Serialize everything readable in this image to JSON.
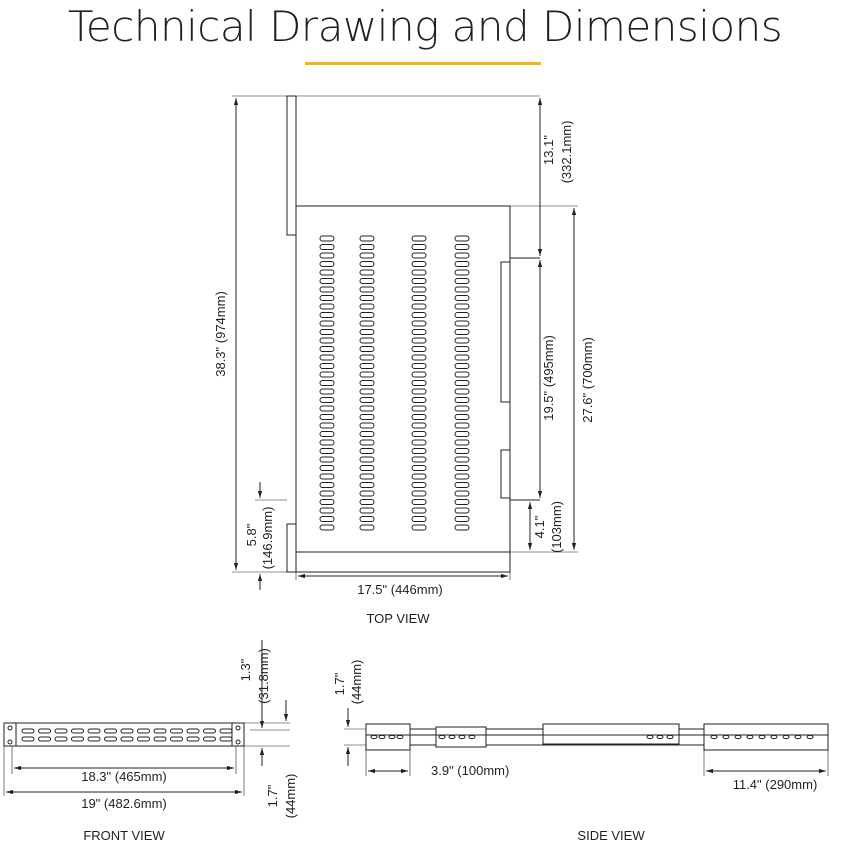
{
  "title": "Technical Drawing and Dimensions",
  "colors": {
    "accent": "#f2b519",
    "ink": "#231f20"
  },
  "top_view": {
    "label": "TOP VIEW",
    "dim_overall_depth": "38.3\" (974mm)",
    "dim_top_offset_in": "13.1\"",
    "dim_top_offset_mm": "(332.1mm)",
    "dim_tray_depth": "27.6\" (700mm)",
    "dim_slide_length": "19.5\" (495mm)",
    "dim_front_offset_in": "4.1\"",
    "dim_front_offset_mm": "(103mm)",
    "dim_ear_in": "5.8\"",
    "dim_ear_mm": "(146.9mm)",
    "dim_width": "17.5\" (446mm)"
  },
  "front_view": {
    "label": "FRONT VIEW",
    "dim_clearance_in": "1.3\"",
    "dim_clearance_mm": "(31.8mm)",
    "dim_height_in": "1.7\"",
    "dim_height_mm": "(44mm)",
    "dim_inner_width": "18.3\" (465mm)",
    "dim_outer_width": "19\" (482.6mm)"
  },
  "side_view": {
    "label": "SIDE VIEW",
    "dim_height_in": "1.7\"",
    "dim_height_mm": "(44mm)",
    "dim_bracket_front": "3.9\" (100mm)",
    "dim_bracket_rear": "11.4\" (290mm)"
  }
}
